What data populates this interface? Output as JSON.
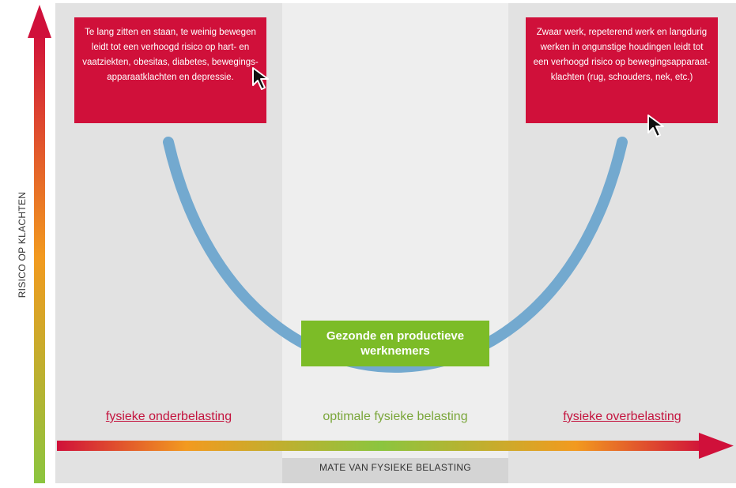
{
  "colors": {
    "red": "#d0103a",
    "green": "#7cbc27",
    "curve_blue": "#73a9cf",
    "arrow_gradient": [
      "#8bc53f",
      "#f29a1f",
      "#d0103a"
    ]
  },
  "axes": {
    "y_title": "RISICO OP KLACHTEN",
    "x_title": "MATE VAN FYSIEKE BELASTING"
  },
  "boxes": {
    "left_text": "Te lang zitten en staan, te weinig bewegen leidt tot een verhoogd risico op hart- en vaatziekten, obesitas, diabetes, bewegings- apparaatklachten en depressie.",
    "right_text": "Zwaar werk, repeterend werk en langdurig werken in ongunstige houdingen leidt tot een verhoogd risico op bewegingsapparaat- klachten (rug, schouders, nek, etc.)",
    "center_text": "Gezonde en productieve werknemers"
  },
  "zones": {
    "under": "fysieke onderbelasting",
    "optimal": "optimale fysieke belasting",
    "over": "fysieke overbelasting"
  },
  "icons": {
    "cursor": "mouse-pointer-icon"
  }
}
